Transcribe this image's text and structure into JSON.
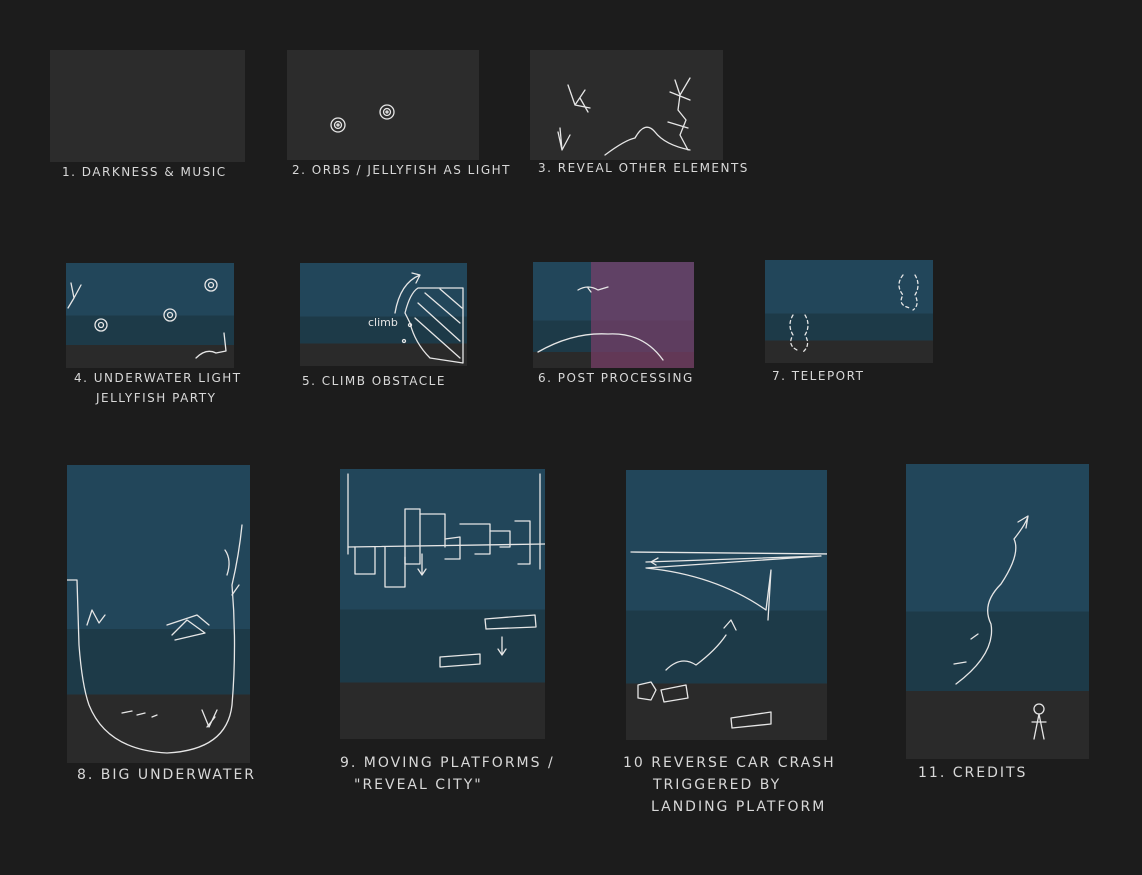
{
  "colors": {
    "background": "#1c1c1c",
    "panel_dark": "#2c2c2c",
    "water_top": "#22465a",
    "water_mid": "#1d3a48",
    "water_floor": "#2a2a2a",
    "post_processing_overlay": "#7a3f6a",
    "sketch_stroke": "#e6e6e6"
  },
  "panels": [
    {
      "caption": "1. Darkness & music",
      "type": "dark"
    },
    {
      "caption": "2. Orbs / Jellyfish as light",
      "type": "dark"
    },
    {
      "caption": "3. Reveal other elements",
      "type": "dark"
    },
    {
      "caption_lines": [
        "4. Underwater light",
        "Jellyfish party"
      ],
      "type": "underwater"
    },
    {
      "caption": "5. Climb obstacle",
      "sketch_label": "climb",
      "type": "underwater"
    },
    {
      "caption": "6. Post processing",
      "type": "underwater-overlay"
    },
    {
      "caption": "7. Teleport",
      "type": "underwater"
    },
    {
      "caption": "8. Big underwater",
      "type": "underwater"
    },
    {
      "caption_lines": [
        "9. Moving platforms /",
        "\"Reveal city\""
      ],
      "type": "underwater"
    },
    {
      "caption_lines": [
        "10 Reverse car crash",
        "triggered by",
        "landing platform"
      ],
      "type": "underwater"
    },
    {
      "caption": "11. Credits",
      "type": "underwater"
    }
  ]
}
